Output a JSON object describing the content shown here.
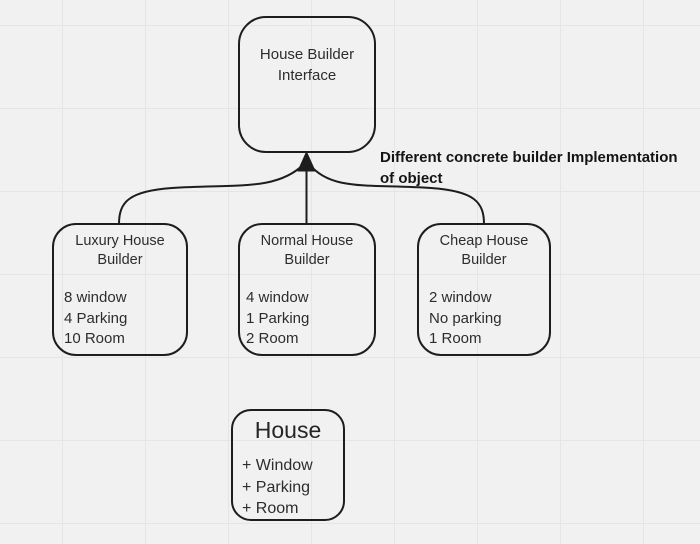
{
  "diagram": {
    "interface_box": {
      "title_line1": "House Builder",
      "title_line2": "Interface"
    },
    "annotation": {
      "line1": "Different concrete builder Implementation",
      "line2": "of object"
    },
    "builders": [
      {
        "title_line1": "Luxury House",
        "title_line2": "Builder",
        "features": [
          "8 window",
          "4 Parking",
          "10 Room"
        ]
      },
      {
        "title_line1": "Normal House",
        "title_line2": "Builder",
        "features": [
          "4 window",
          "1 Parking",
          "2 Room"
        ]
      },
      {
        "title_line1": "Cheap House",
        "title_line2": "Builder",
        "features": [
          "2 window",
          "No parking",
          "1 Room"
        ]
      }
    ],
    "house_box": {
      "title": "House",
      "members": [
        "+ Window",
        "+ Parking",
        "+ Room"
      ]
    },
    "colors": {
      "background": "#f1f1f1",
      "grid_line": "#e5e5e7",
      "stroke": "#1d1d1d",
      "text": "#2d2d2d"
    }
  }
}
